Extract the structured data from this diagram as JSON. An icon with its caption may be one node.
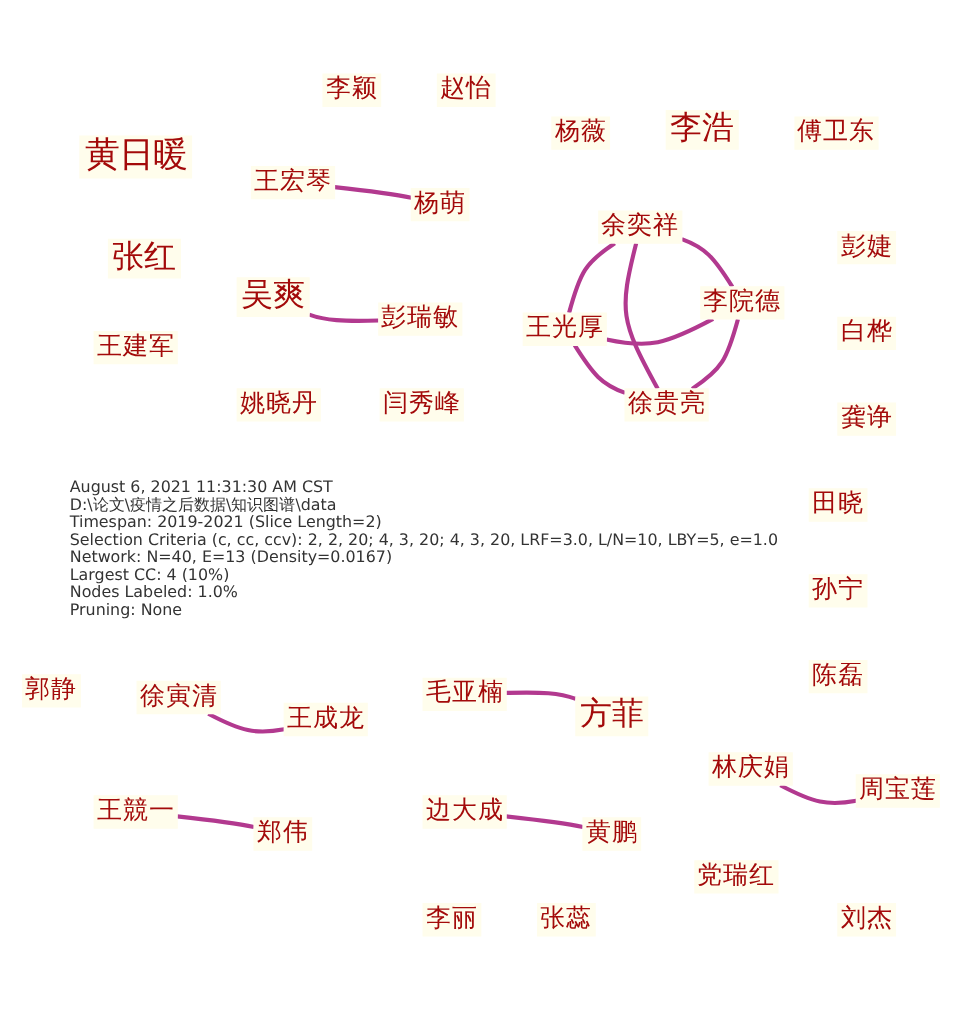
{
  "diagram": {
    "nodes": [
      {
        "text": [
          "吴爽"
        ]
      },
      {
        "text": [
          "黄日暖"
        ]
      },
      {
        "text": [
          "闫秀峰"
        ]
      },
      {
        "text": [
          "杨薇"
        ]
      },
      {
        "text": [
          "彭瑞敏"
        ]
      },
      {
        "text": [
          "姚晓丹"
        ]
      },
      {
        "text": [
          "陈磊"
        ]
      },
      {
        "text": [
          "孙宁"
        ]
      },
      {
        "text": [
          "王宏琴"
        ]
      },
      {
        "text": [
          "张红"
        ]
      },
      {
        "text": [
          "田晓"
        ]
      },
      {
        "text": [
          "杨萌"
        ]
      },
      {
        "text": [
          "王光厚"
        ]
      },
      {
        "text": [
          "李院德"
        ]
      },
      {
        "text": [
          "郭静"
        ]
      },
      {
        "text": [
          "徐贵亮"
        ]
      },
      {
        "text": [
          "王建军"
        ]
      },
      {
        "text": [
          "党瑞红"
        ]
      },
      {
        "text": [
          "傅卫东"
        ]
      },
      {
        "text": [
          "余奕祥"
        ]
      },
      {
        "text": [
          "毛亚楠"
        ]
      },
      {
        "text": [
          "李浩"
        ]
      },
      {
        "text": [
          "李丽"
        ]
      },
      {
        "text": [
          "林庆娟"
        ]
      },
      {
        "text": [
          "张蕊"
        ]
      },
      {
        "text": [
          "刘杰"
        ]
      },
      {
        "text": [
          "龚诤"
        ]
      },
      {
        "text": [
          "方菲"
        ]
      },
      {
        "text": [
          "周宝莲"
        ]
      },
      {
        "text": [
          "边大成"
        ]
      },
      {
        "text": [
          "徐寅清"
        ]
      },
      {
        "text": [
          "王競一"
        ]
      },
      {
        "text": [
          "王成龙"
        ]
      },
      {
        "text": [
          "郑伟"
        ]
      },
      {
        "text": [
          "黄鹏"
        ]
      },
      {
        "text": [
          "白桦"
        ]
      },
      {
        "text": [
          "彭婕"
        ]
      },
      {
        "text": [
          "赵怡"
        ]
      },
      {
        "text": [
          "李颖"
        ]
      }
    ],
    "edges": [
      {
        "from": 0,
        "to": 4,
        "arrow": "none"
      },
      {
        "from": 8,
        "to": 11,
        "arrow": "none"
      },
      {
        "from": 12,
        "to": 13,
        "arrow": "none"
      },
      {
        "from": 12,
        "to": 15,
        "arrow": "none"
      },
      {
        "from": 12,
        "to": 19,
        "arrow": "none"
      },
      {
        "from": 13,
        "to": 15,
        "arrow": "none"
      },
      {
        "from": 13,
        "to": 19,
        "arrow": "none"
      },
      {
        "from": 15,
        "to": 19,
        "arrow": "none"
      },
      {
        "from": 20,
        "to": 27,
        "arrow": "none"
      },
      {
        "from": 23,
        "to": 28,
        "arrow": "none"
      },
      {
        "from": 29,
        "to": 34,
        "arrow": "none"
      },
      {
        "from": 30,
        "to": 32,
        "arrow": "none"
      },
      {
        "from": 31,
        "to": 33,
        "arrow": "none"
      }
    ],
    "labels": [
      "August 6, 2021 11:31:30 AM CST",
      "D:\\论文\\疫情之后数据\\知识图谱\\data",
      "Timespan: 2019-2021 (Slice Length=2)",
      "Selection Criteria (c, cc, ccv): 2, 2, 20; 4, 3, 20; 4, 3, 20, LRF=3.0, L/N=10, LBY=5, e=1.0",
      "Network: N=40, E=13 (Density=0.0167)",
      "Largest CC: 4 (10%)",
      "Nodes Labeled: 1.0%",
      "Pruning: None"
    ]
  }
}
